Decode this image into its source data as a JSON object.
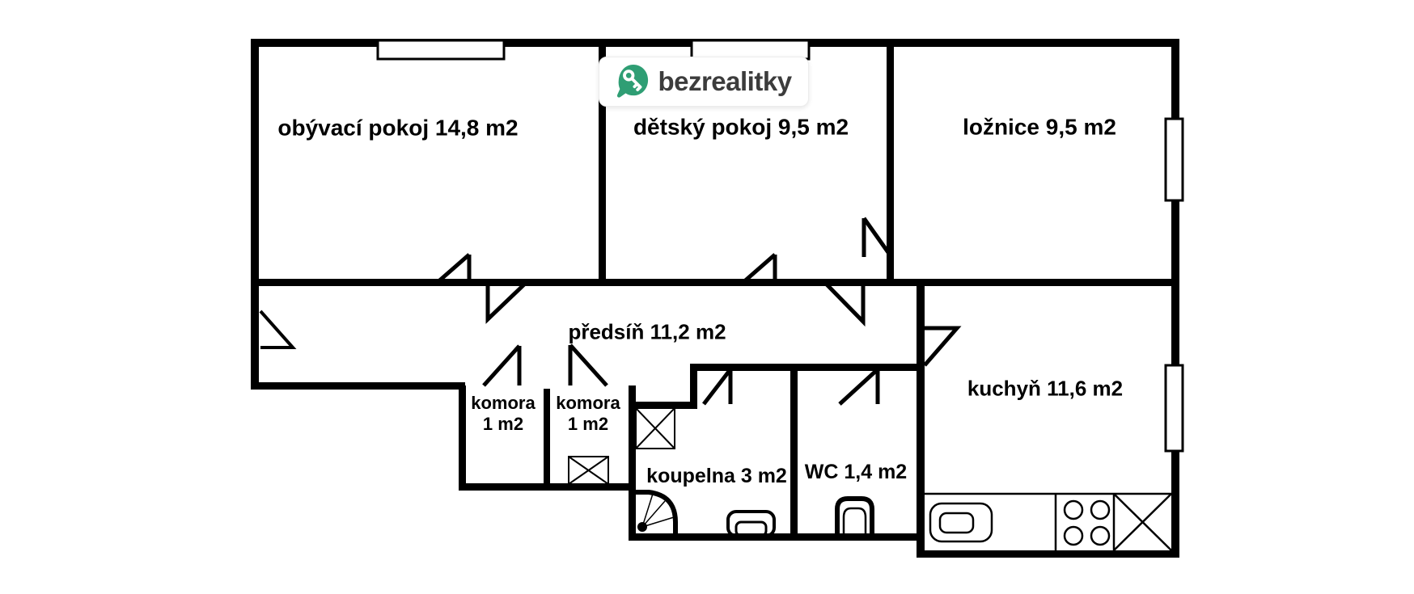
{
  "page": {
    "background": "#ffffff",
    "wall_color": "#000000",
    "label_color": "#000000"
  },
  "logo": {
    "text": "bezrealitky",
    "icon": "map-pin-key-icon",
    "colors": {
      "pin_green": "#2f9e74",
      "key_white": "#ffffff",
      "text": "#3c3c3c",
      "box_bg": "#ffffff"
    }
  },
  "rooms": {
    "obyvaci_pokoj": {
      "label": "obývací pokoj 14,8 m2"
    },
    "detsky_pokoj": {
      "label": "dětský pokoj 9,5 m2"
    },
    "loznice": {
      "label": "ložnice 9,5 m2"
    },
    "predsin": {
      "label": "předsíň 11,2 m2"
    },
    "komora_left": {
      "line1": "komora",
      "line2": "1 m2"
    },
    "komora_right": {
      "line1": "komora",
      "line2": "1 m2"
    },
    "koupelna": {
      "label": "koupelna 3 m2"
    },
    "wc": {
      "label": "WC 1,4 m2"
    },
    "kuchyn": {
      "label": "kuchyň 11,6 m2"
    }
  }
}
